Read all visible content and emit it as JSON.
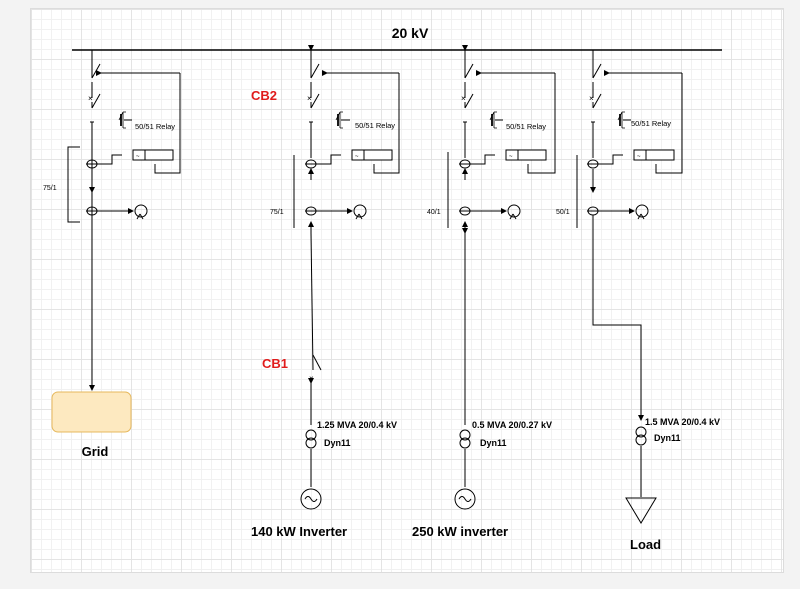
{
  "bus": {
    "voltage_label": "20 kV"
  },
  "feeders": [
    {
      "ct_ratio": "75/1",
      "relay_label": "50/51 Relay",
      "breaker_tag": ""
    },
    {
      "ct_ratio": "75/1",
      "relay_label": "50/51 Relay",
      "breaker_tag": "CB2",
      "lower_breaker_tag": "CB1",
      "transformer_rating": "1.25 MVA 20/0.4 kV",
      "transformer_vector": "Dyn11",
      "source_label": "140 kW Inverter"
    },
    {
      "ct_ratio": "40/1",
      "relay_label": "50/51 Relay",
      "transformer_rating": "0.5 MVA 20/0.27 kV",
      "transformer_vector": "Dyn11",
      "source_label": "250 kW inverter"
    },
    {
      "ct_ratio": "50/1",
      "relay_label": "50/51 Relay",
      "transformer_rating": "1.5 MVA 20/0.4 kV",
      "transformer_vector": "Dyn11",
      "load_label": "Load"
    }
  ],
  "grid": {
    "label": "Grid",
    "box_color": "#fde9c0",
    "box_border": "#e6b85c"
  },
  "colors": {
    "breaker_tag": "#e01b1b",
    "line": "#000000"
  }
}
